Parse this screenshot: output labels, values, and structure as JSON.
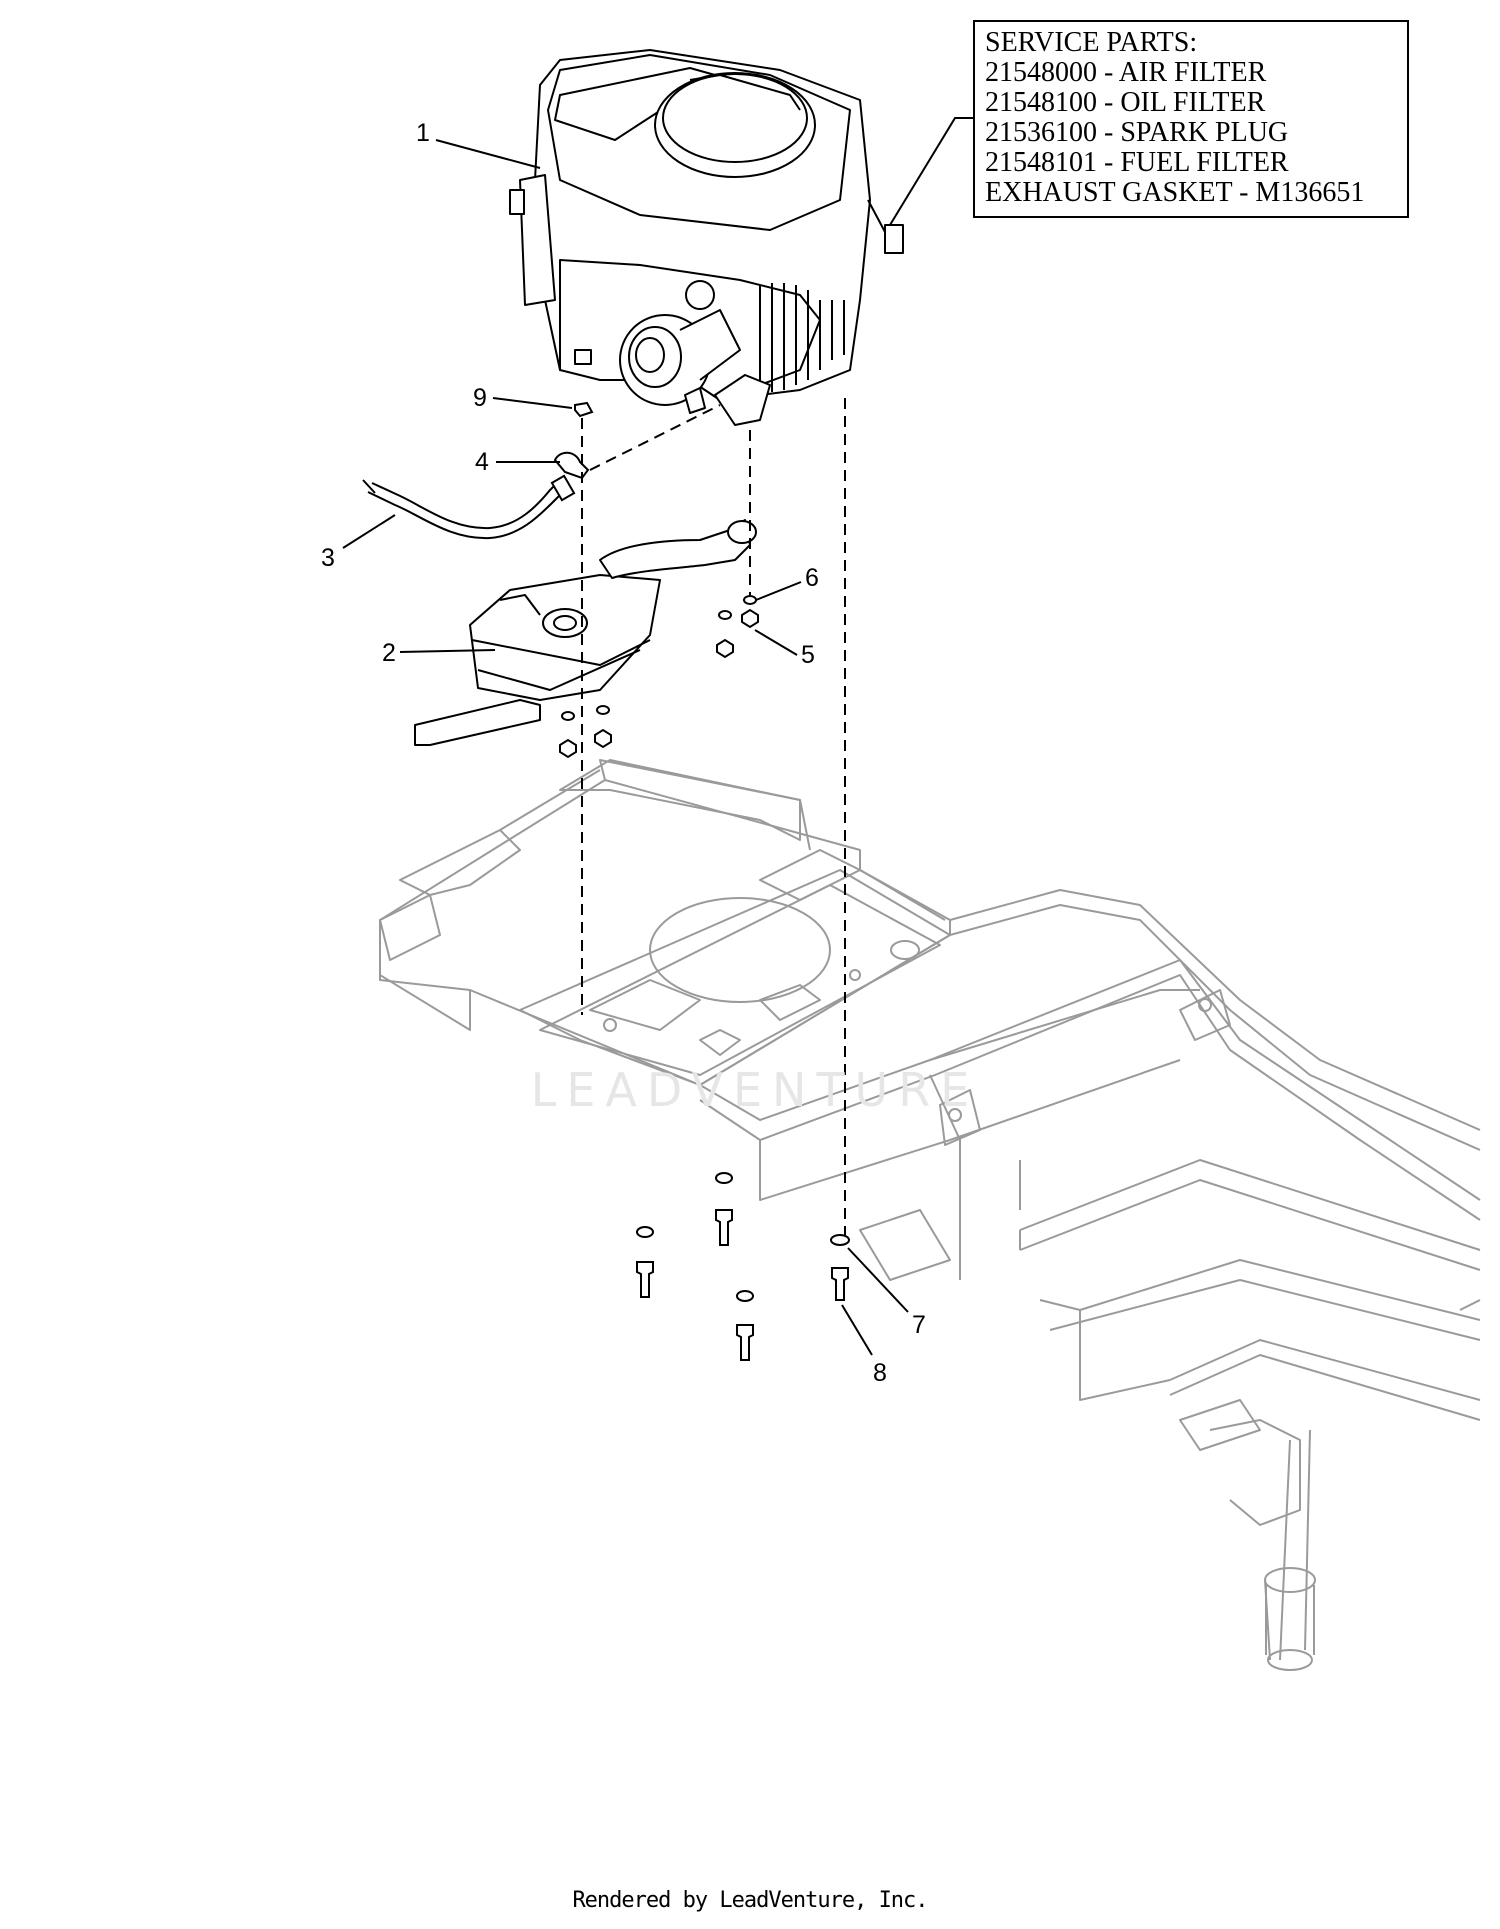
{
  "service_parts": {
    "title": "SERVICE PARTS:",
    "lines": [
      "21548000 - AIR FILTER",
      "21548100 - OIL FILTER",
      "21536100 - SPARK PLUG",
      "21548101 - FUEL FILTER",
      "EXHAUST GASKET - M136651"
    ]
  },
  "callouts": {
    "c1": "1",
    "c2": "2",
    "c3": "3",
    "c4": "4",
    "c5": "5",
    "c6": "6",
    "c7": "7",
    "c8": "8",
    "c9": "9"
  },
  "watermark": "LEADVENTURE",
  "footer": "Rendered by LeadVenture, Inc."
}
